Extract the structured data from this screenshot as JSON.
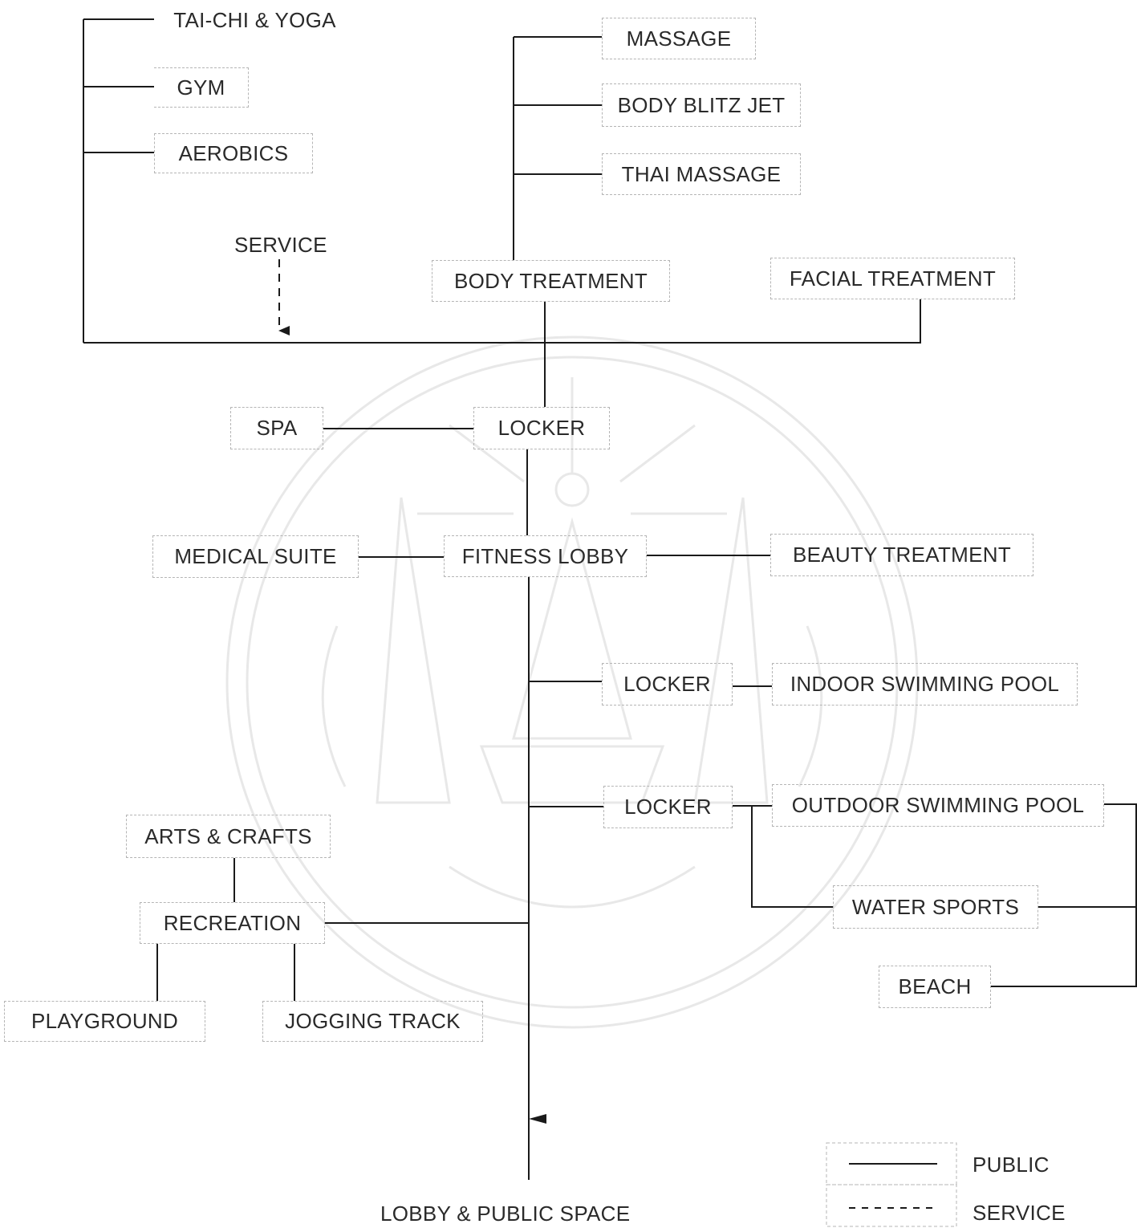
{
  "nodes": {
    "tai_chi": "TAI-CHI & YOGA",
    "gym": "GYM",
    "aerobics": "AEROBICS",
    "service_label": "SERVICE",
    "massage": "MASSAGE",
    "body_blitz": "BODY BLITZ JET",
    "thai_massage": "THAI MASSAGE",
    "body_treatment": "BODY TREATMENT",
    "facial_treatment": "FACIAL TREATMENT",
    "spa": "SPA",
    "locker_top": "LOCKER",
    "medical_suite": "MEDICAL SUITE",
    "fitness_lobby": "FITNESS LOBBY",
    "beauty_treatment": "BEAUTY TREATMENT",
    "locker_indoor": "LOCKER",
    "indoor_pool": "INDOOR SWIMMING POOL",
    "locker_outdoor": "LOCKER",
    "outdoor_pool": "OUTDOOR SWIMMING POOL",
    "water_sports": "WATER SPORTS",
    "beach": "BEACH",
    "arts_crafts": "ARTS & CRAFTS",
    "recreation": "RECREATION",
    "playground": "PLAYGROUND",
    "jogging_track": "JOGGING TRACK",
    "lobby_public": "LOBBY & PUBLIC SPACE"
  },
  "legend": {
    "public": "PUBLIC",
    "service": "SERVICE"
  },
  "colors": {
    "line": "#1a1a1a",
    "box_border": "#b5b5b5",
    "watermark": "#e6e6e6"
  }
}
